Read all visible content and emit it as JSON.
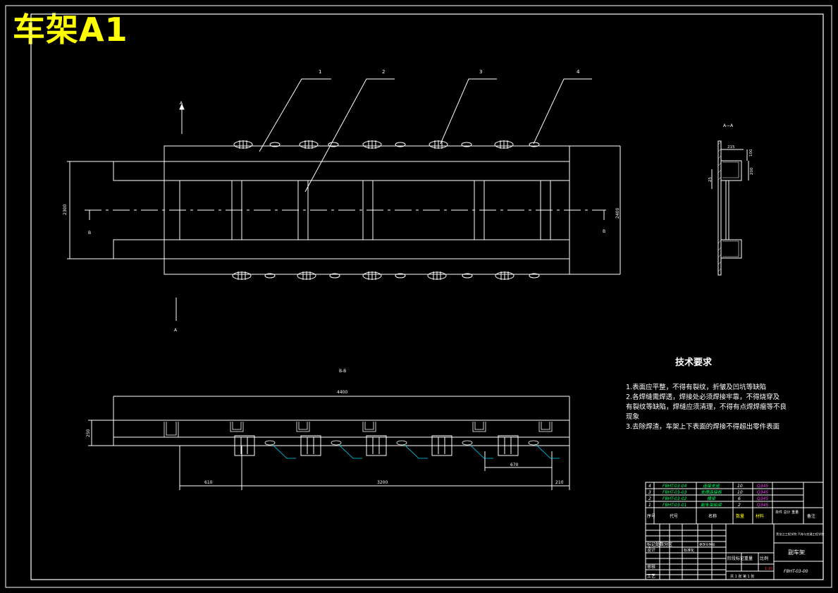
{
  "title": "车架A1",
  "balloons": [
    "1",
    "2",
    "3",
    "4"
  ],
  "section_labels": {
    "a_top": "A",
    "a_bottom": "A",
    "b_left": "B",
    "b_right": "B",
    "section_aa": "A—A",
    "section_bb": "B-B"
  },
  "dims": {
    "height_left": "2300",
    "height_right": "2400",
    "section_w": "215",
    "section_h1": "100",
    "section_h2": "200",
    "section_small": "25",
    "bb_total": "4400",
    "bb_height": "250",
    "bb_left": "610",
    "bb_mid": "3200",
    "bb_right": "210",
    "bb_gap": "670"
  },
  "tech": {
    "heading": "技术要求",
    "lines": [
      "1.表面应平整，不得有裂纹，折皱及凹坑等缺陷",
      "2.各焊缝需焊透，焊接处必须焊接牢靠，不得烧穿及",
      "有裂纹等缺陷，焊缝应须清理，不得有点焊焊瘤等不良",
      "现象",
      "3.去除焊渣，车架上下表面的焊接不得超出零件表面"
    ]
  },
  "bom": {
    "rows": [
      {
        "no": "4",
        "code": "FBHT-03-04",
        "name": "连接支座",
        "qty": "10",
        "mat": "Q345"
      },
      {
        "no": "3",
        "code": "FBHT-03-03",
        "name": "支撑连接板",
        "qty": "10",
        "mat": "Q345"
      },
      {
        "no": "2",
        "code": "FBHT-03-02",
        "name": "横梁",
        "qty": "6",
        "mat": "Q345"
      },
      {
        "no": "1",
        "code": "FBHT-03-01",
        "name": "副车架纵梁",
        "qty": "2",
        "mat": "Q345"
      }
    ],
    "header": {
      "no": "序号",
      "code": "代号",
      "name": "名称",
      "qty": "数量",
      "mat": "材料",
      "weight": "单件 总计 重量",
      "note": "备注"
    },
    "rev_label": "标记处数分区",
    "rev_sub": "更改文件号",
    "design": "设计",
    "std": "标准化",
    "review": "审核",
    "process": "工艺",
    "stage": "阶段标记",
    "weight": "重量",
    "scale": "比例",
    "scale_value": "1:10",
    "sheet": "共 1 张 第 1 张",
    "school": "黑龙江工程学院 汽车与交通工程学院",
    "part_name": "副车架",
    "drawing_no": "FBHT-03-00"
  }
}
